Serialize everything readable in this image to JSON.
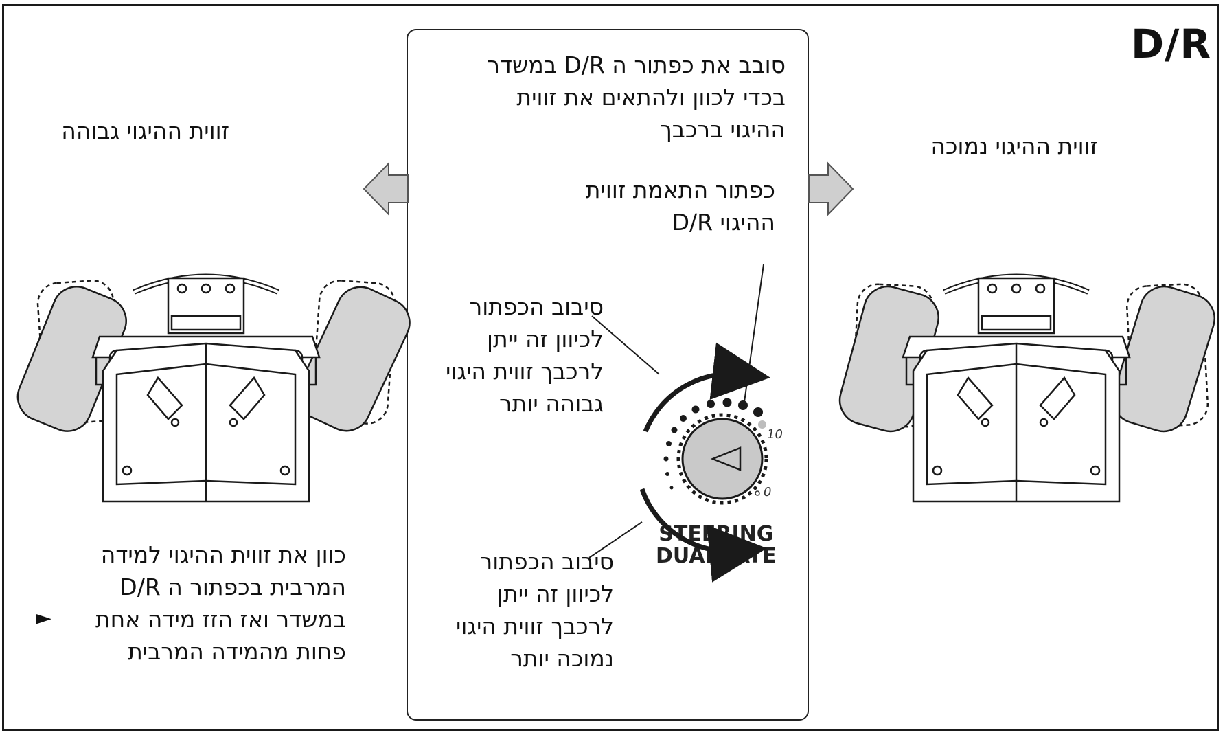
{
  "title": "D/R",
  "panel": {
    "intro": "סובב את כפתור ה D/R במשדר\nבכדי לכוון ולהתאים את זווית\nההיגוי ברכבך",
    "knob_label": "כפתור התאמת זווית\nההיגוי D/R",
    "rotate_high": "סיבוב הכפתור\nלכיוון זה ייתן\nלרכבך זווית היגוי\nגבוהה יותר",
    "rotate_low": "סיבוב הכפתור\nלכיוון זה ייתן\nלרכבך זווית היגוי\nנמוכה יותר",
    "dial_line1": "STEERING",
    "dial_line2": "DUALRATE",
    "dial_max": "10",
    "dial_min": "0"
  },
  "left": {
    "label": "זווית ההיגוי גבוהה",
    "instruction": "כוון את זווית ההיגוי למידה\nהמרבית בכפתור ה D/R\nבמשדר ואז הזז מידה אחת\nפחות מהמידה המרבית",
    "pointer_glyph": "►"
  },
  "right": {
    "label": "זווית ההיגוי נמוכה"
  },
  "colors": {
    "tire_fill": "#d4d4d4",
    "arrow_fill": "#cfcfcf",
    "line": "#1a1a1a",
    "knob_fill": "#c9c9c9"
  }
}
